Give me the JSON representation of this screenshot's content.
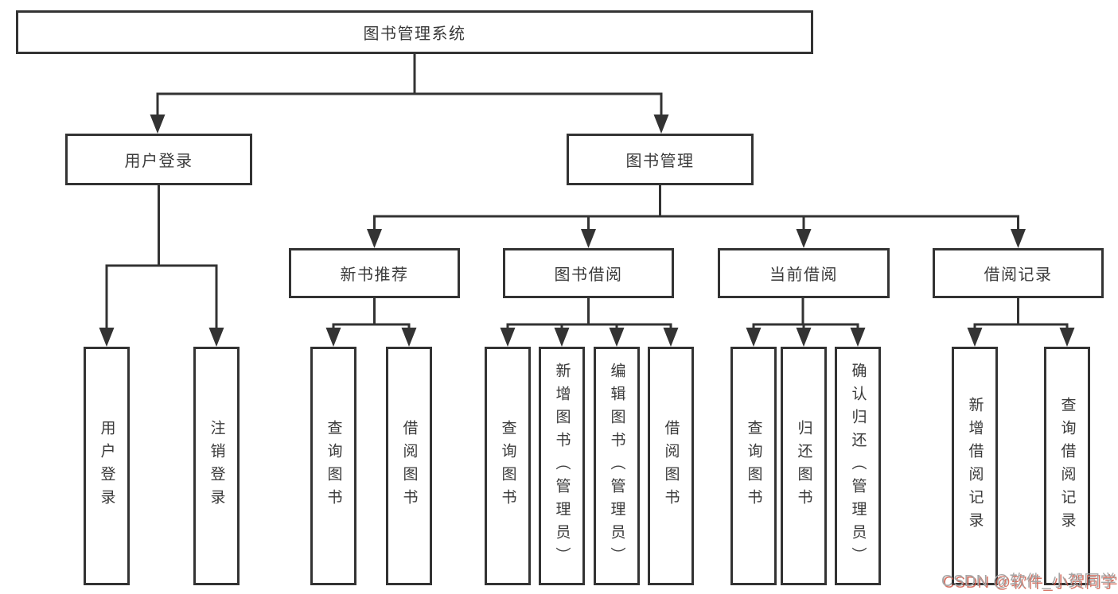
{
  "colors": {
    "line": "#333333",
    "text": "#3a3a3a",
    "box_background": "#ffffff",
    "page_background": "#ffffff",
    "watermark_text": "#a6a6a6",
    "watermark_shadow": "#cd5a4a"
  },
  "tree": {
    "root": {
      "label": "图书管理系统"
    },
    "level1": [
      {
        "label": "用户登录",
        "children": [
          {
            "label": "用户登录"
          },
          {
            "label": "注销登录"
          }
        ]
      },
      {
        "label": "图书管理",
        "children": [
          {
            "label": "新书推荐",
            "children": [
              {
                "label": "查询图书"
              },
              {
                "label": "借阅图书"
              }
            ]
          },
          {
            "label": "图书借阅",
            "children": [
              {
                "label": "查询图书"
              },
              {
                "label": "新增图书（管理员）"
              },
              {
                "label": "编辑图书（管理员）"
              },
              {
                "label": "借阅图书"
              }
            ]
          },
          {
            "label": "当前借阅",
            "children": [
              {
                "label": "查询图书"
              },
              {
                "label": "归还图书"
              },
              {
                "label": "确认归还（管理员）"
              }
            ]
          },
          {
            "label": "借阅记录",
            "children": [
              {
                "label": "新增借阅记录"
              },
              {
                "label": "查询借阅记录"
              }
            ]
          }
        ]
      }
    ]
  },
  "watermark": {
    "text": "CSDN @软件_小贺同学"
  }
}
